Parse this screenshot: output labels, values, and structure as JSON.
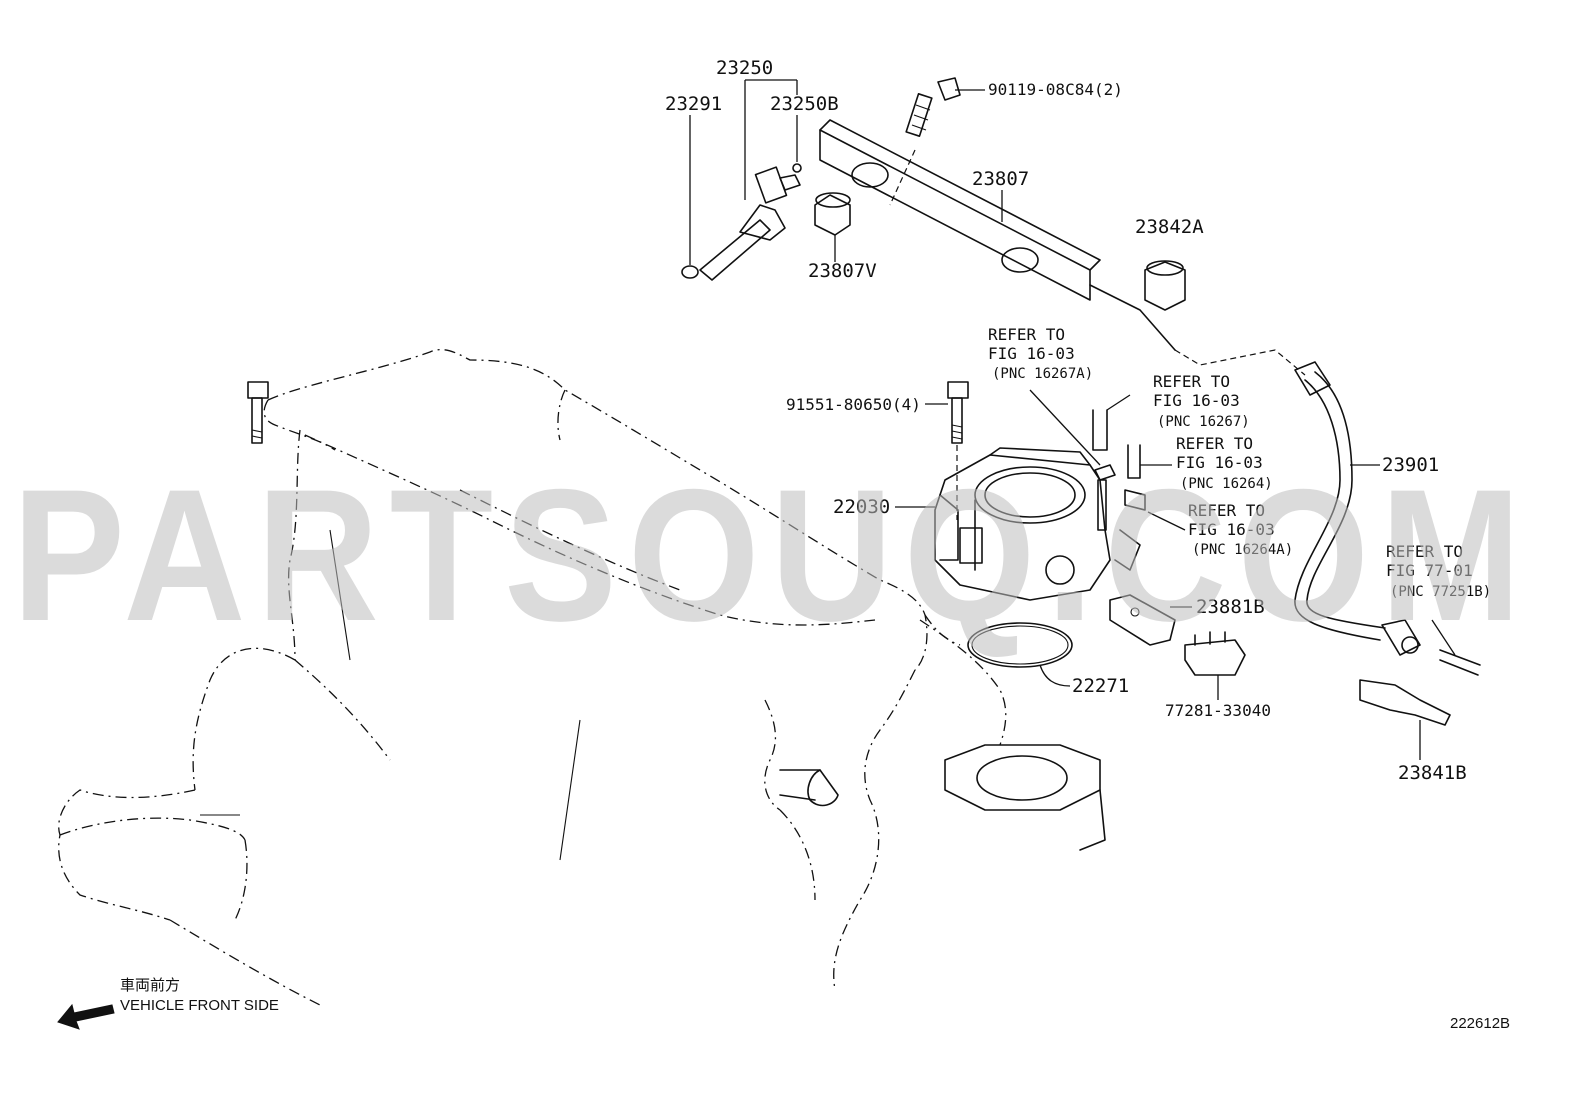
{
  "watermark": "PARTSOUQ.COM",
  "labels": {
    "p23250": "23250",
    "p23291": "23291",
    "p23250B": "23250B",
    "p90119": "90119-08C84(2)",
    "p23807": "23807",
    "p23807V": "23807V",
    "p23842A": "23842A",
    "p91551": "91551-80650(4)",
    "p22030": "22030",
    "p23901": "23901",
    "p23881B": "23881B",
    "p22271": "22271",
    "p77281": "77281-33040",
    "p23841B": "23841B"
  },
  "refer": {
    "r1": {
      "line1": "REFER TO",
      "line2": "FIG 16-03",
      "line3": "(PNC 16267A)"
    },
    "r2": {
      "line1": "REFER TO",
      "line2": "FIG 16-03",
      "line3": "(PNC 16267)"
    },
    "r3": {
      "line1": "REFER TO",
      "line2": "FIG 16-03",
      "line3": "(PNC 16264)"
    },
    "r4": {
      "line1": "REFER TO",
      "line2": "FIG 16-03",
      "line3": "(PNC 16264A)"
    },
    "r5": {
      "line1": "REFER TO",
      "line2": "FIG 77-01",
      "line3": "(PNC 77251B)"
    }
  },
  "footer": {
    "direction_jp": "車両前方",
    "direction_en": "VEHICLE FRONT SIDE",
    "diagram_code": "222612B"
  },
  "icons": {
    "direction_arrow": "arrow-left-down-icon"
  }
}
